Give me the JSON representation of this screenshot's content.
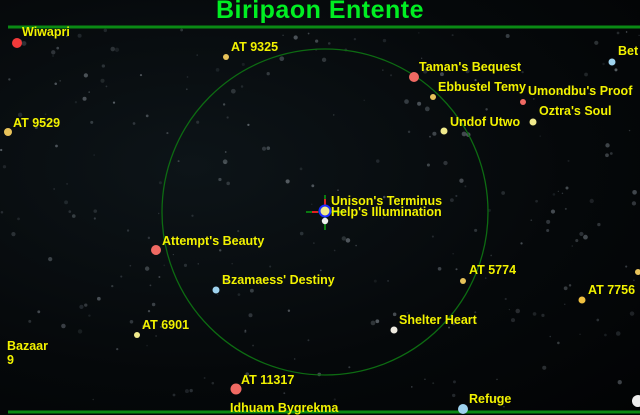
{
  "title": "Biripaon Entente",
  "current_system": {
    "name": "Unison's Terminus",
    "secondary_label": "Help's Illumination"
  },
  "colors": {
    "title": "#00ee22",
    "rule": "#0a8a14",
    "range_circle": "#0d6b12",
    "label": "#f2f200"
  },
  "systems": [
    {
      "name": "Wiwapri",
      "color": "#f23a3a"
    },
    {
      "name": "AT 9325",
      "color": "#e8c35a"
    },
    {
      "name": "Taman's Bequest",
      "color": "#f06a63"
    },
    {
      "name": "Ebbustel Temy",
      "color": "#e8c35a"
    },
    {
      "name": "Umondbu's Proof",
      "color": "#f06a63"
    },
    {
      "name": "Oztra's Soul",
      "color": "#f0ea8c"
    },
    {
      "name": "Undof Utwo",
      "color": "#f0ea8c"
    },
    {
      "name": "Bet",
      "color": "#9ed2ee"
    },
    {
      "name": "AT 9529",
      "color": "#e8c35a"
    },
    {
      "name": "Attempt's Beauty",
      "color": "#f06a63"
    },
    {
      "name": "Bzamaess' Destiny",
      "color": "#9ed2ee"
    },
    {
      "name": "AT 5774",
      "color": "#e8c35a"
    },
    {
      "name": "AT 7756",
      "color": "#f0c040"
    },
    {
      "name": "AT 6901",
      "color": "#f0ea8c"
    },
    {
      "name": "Shelter Heart",
      "color": "#eeeae0"
    },
    {
      "name": "Bazaar",
      "color": ""
    },
    {
      "name": "9",
      "color": ""
    },
    {
      "name": "AT 11317",
      "color": "#f06a63"
    },
    {
      "name": "Idhuam Bygrekma",
      "color": ""
    },
    {
      "name": "Refuge",
      "color": "#9ed2ee"
    }
  ]
}
